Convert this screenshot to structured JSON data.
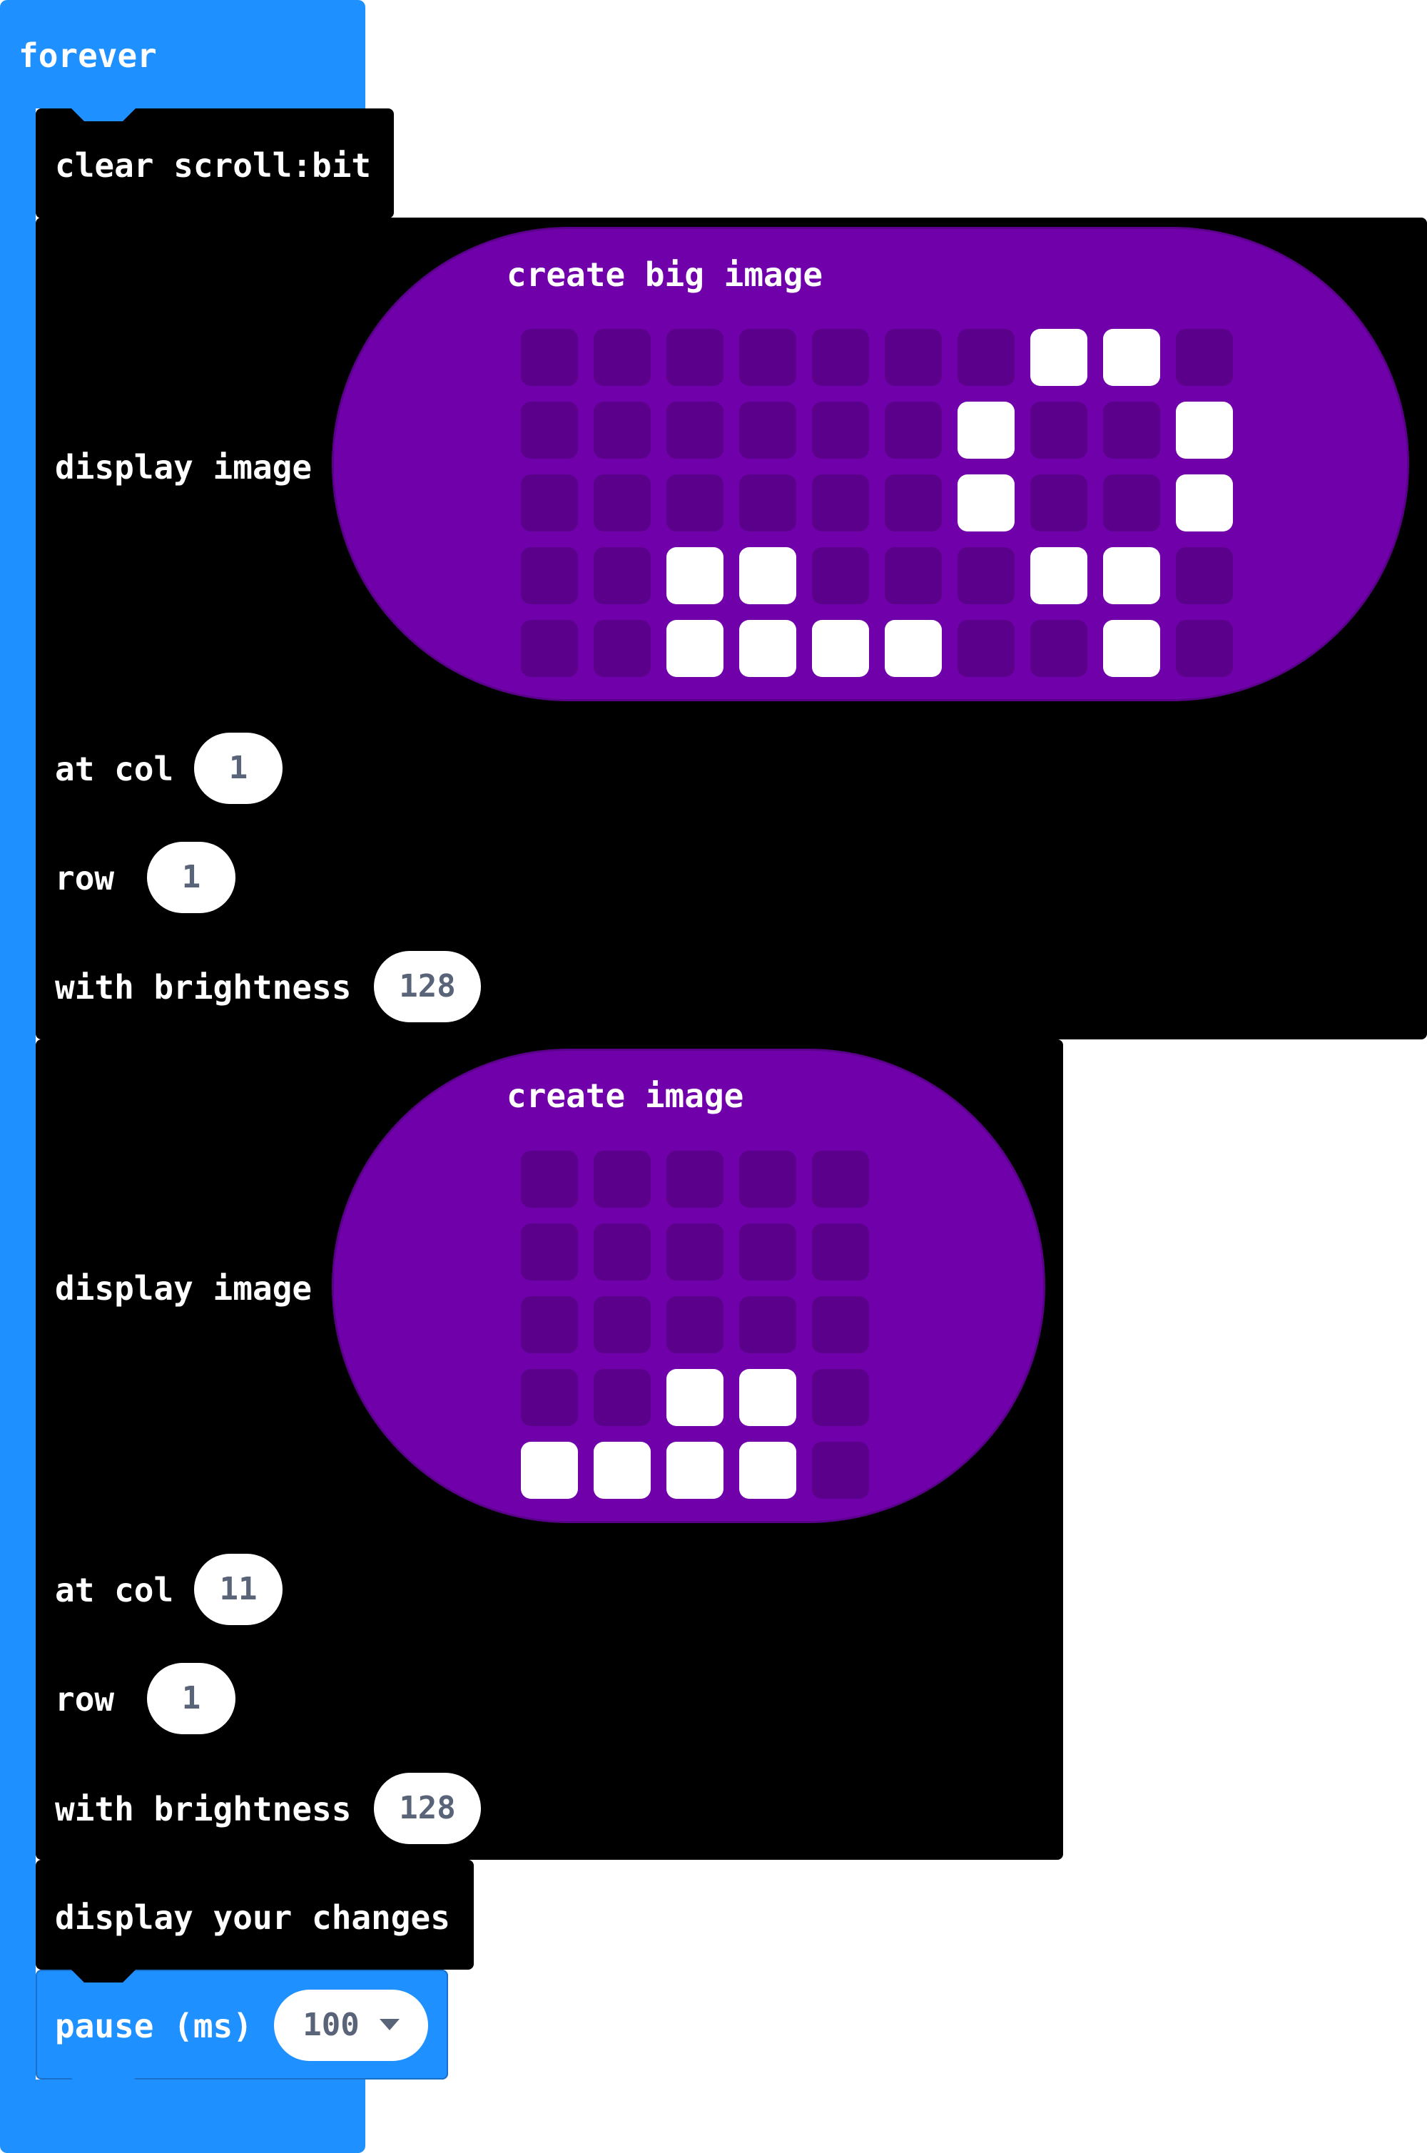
{
  "forever": {
    "label": "forever",
    "color": "#1e90ff"
  },
  "clear": {
    "label": "clear scroll:bit"
  },
  "display1": {
    "label": "display image",
    "image_title": "create big image",
    "cols": 10,
    "rows": 5,
    "on_cells": [
      [
        0,
        7
      ],
      [
        0,
        8
      ],
      [
        1,
        6
      ],
      [
        1,
        9
      ],
      [
        2,
        6
      ],
      [
        2,
        9
      ],
      [
        3,
        2
      ],
      [
        3,
        3
      ],
      [
        3,
        7
      ],
      [
        3,
        8
      ],
      [
        4,
        2
      ],
      [
        4,
        3
      ],
      [
        4,
        4
      ],
      [
        4,
        5
      ],
      [
        4,
        8
      ]
    ],
    "col_label": "at col",
    "col_value": "1",
    "row_label": "row",
    "row_value": "1",
    "brightness_label": "with brightness",
    "brightness_value": "128"
  },
  "display2": {
    "label": "display image",
    "image_title": "create image",
    "cols": 5,
    "rows": 5,
    "on_cells": [
      [
        3,
        2
      ],
      [
        3,
        3
      ],
      [
        4,
        0
      ],
      [
        4,
        1
      ],
      [
        4,
        2
      ],
      [
        4,
        3
      ]
    ],
    "col_label": "at col",
    "col_value": "11",
    "row_label": "row",
    "row_value": "1",
    "brightness_label": "with brightness",
    "brightness_value": "128"
  },
  "changes": {
    "label": "display your changes"
  },
  "pause": {
    "label": "pause (ms)",
    "value": "100"
  },
  "colors": {
    "image_oval": "#7000aa",
    "led_off": "#5a008a",
    "led_on": "#ffffff",
    "block": "#000000"
  }
}
